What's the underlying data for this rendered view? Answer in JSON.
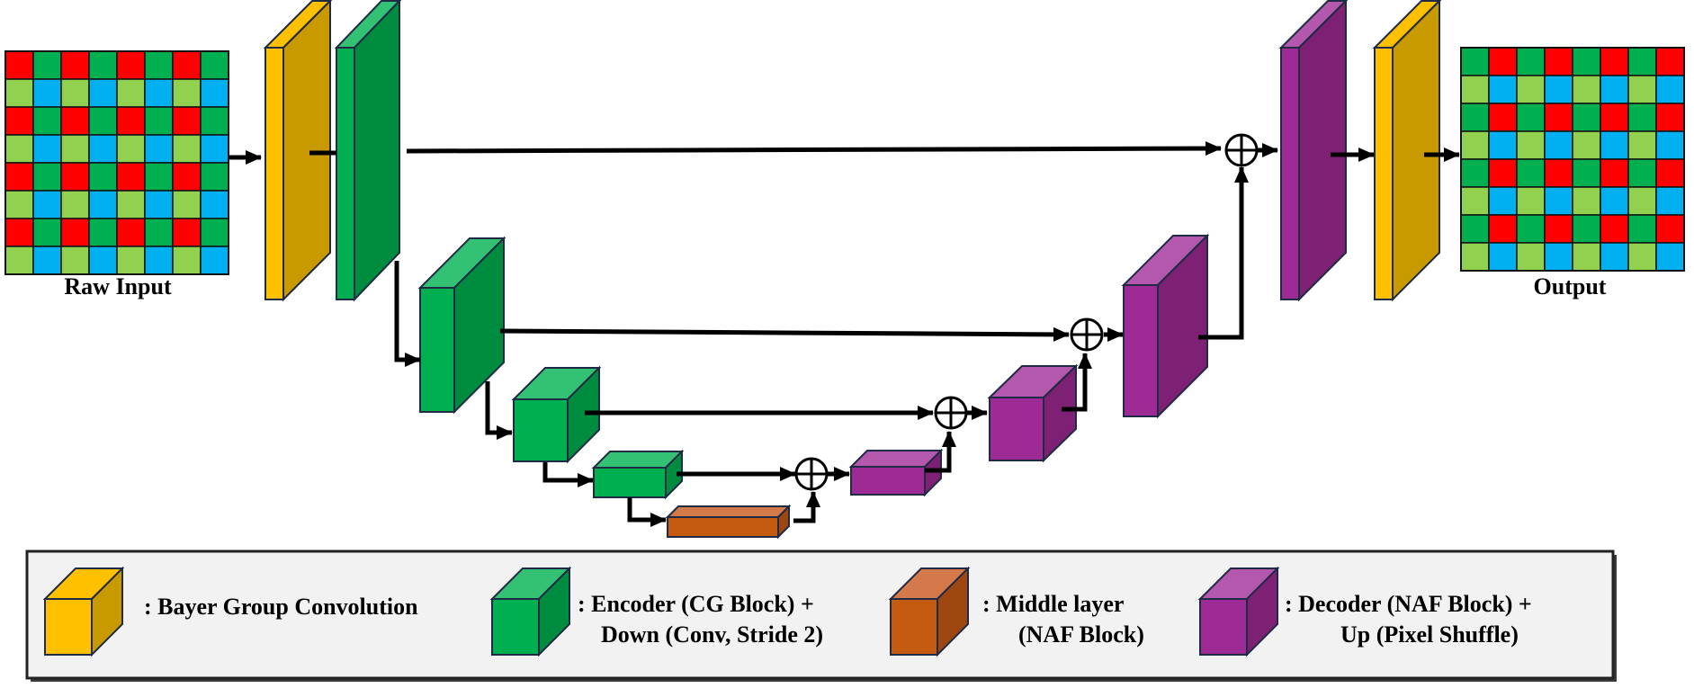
{
  "labels": {
    "raw_input": "Raw Input",
    "output": "Output",
    "plus_symbol": "⊕"
  },
  "legend": {
    "bayer": {
      "text": ": Bayer Group Convolution"
    },
    "encoder": {
      "line1": ": Encoder (CG Block) +",
      "line2": "Down (Conv, Stride 2)"
    },
    "middle": {
      "line1": ":   Middle layer",
      "line2": "(NAF Block)"
    },
    "decoder": {
      "line1": ": Decoder (NAF Block) +",
      "line2": "Up (Pixel Shuffle)"
    }
  },
  "colors": {
    "bayer_front": "#FFC000",
    "bayer_side": "#C99A00",
    "encoder_front": "#00B050",
    "encoder_side": "#008C3F",
    "encoder_top": "#33C173",
    "middle_front": "#C55A11",
    "middle_side": "#9E4710",
    "middle_top": "#D4794A",
    "decoder_front": "#9E2A96",
    "decoder_side": "#7E2073",
    "decoder_top": "#B458AD",
    "bayer_red": "#FF0000",
    "bayer_green_dark": "#00B050",
    "bayer_green_light": "#92D050",
    "bayer_blue": "#00B0F0",
    "legend_bg": "#F2F2F2"
  }
}
